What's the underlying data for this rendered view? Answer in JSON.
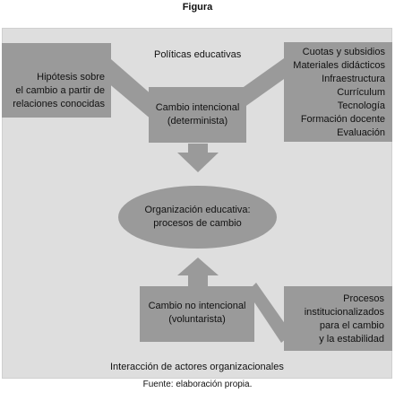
{
  "figure": {
    "title": "Figura",
    "source": "Fuente: elaboración propia."
  },
  "diagram": {
    "top_label": "Políticas educativas",
    "bottom_label": "Interacción de actores organizacionales",
    "left_top_box": [
      "Hipótesis sobre",
      "el cambio a partir de",
      "relaciones conocidas"
    ],
    "center_top_box": [
      "Cambio intencional",
      "(determinista)"
    ],
    "right_top_box": [
      "Cuotas y subsidios",
      "Materiales didácticos",
      "Infraestructura",
      "Currículum",
      "Tecnología",
      "Formación docente",
      "Evaluación"
    ],
    "center_ellipse": [
      "Organización educativa:",
      "procesos de cambio"
    ],
    "center_bottom_box": [
      "Cambio no intencional",
      "(voluntarista)"
    ],
    "right_bottom_box": [
      "Procesos",
      "institucionalizados",
      "para el  cambio",
      "y  la estabilidad"
    ]
  },
  "colors": {
    "panel": "#dedede",
    "shape": "#9a9a9a",
    "text": "#111111"
  }
}
